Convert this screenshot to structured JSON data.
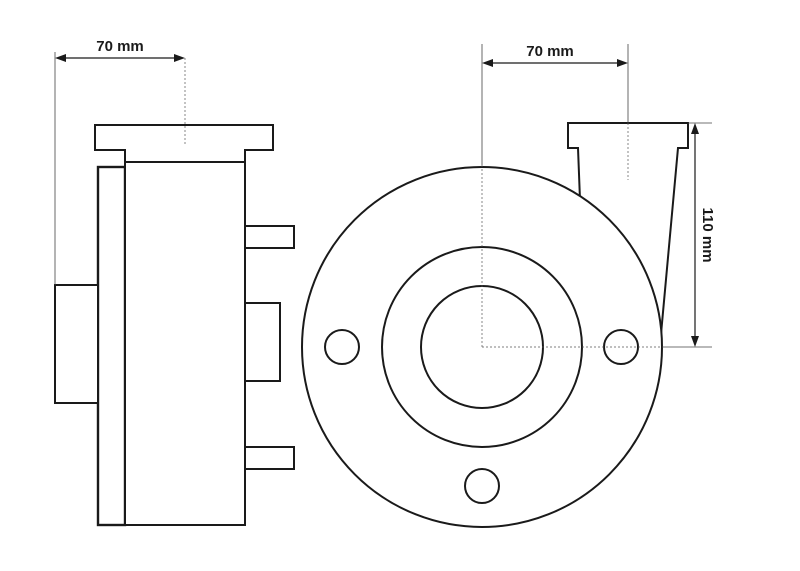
{
  "dimensions": {
    "left_width": "70 mm",
    "right_width": "70 mm",
    "right_height": "110 mm"
  }
}
